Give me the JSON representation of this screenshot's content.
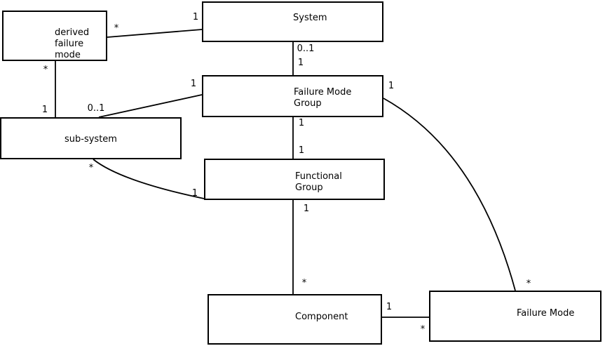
{
  "colors": {
    "background": "#ffffff",
    "stroke": "#000000",
    "text": "#000000"
  },
  "diagram": {
    "entities": {
      "derived_failure_mode": {
        "lines": [
          "derived",
          "failure",
          "mode"
        ]
      },
      "system": {
        "label": "System"
      },
      "failure_mode_group": {
        "lines": [
          "Failure Mode",
          "Group"
        ]
      },
      "sub_system": {
        "label": "sub-system"
      },
      "functional_group": {
        "lines": [
          "Functional",
          "Group"
        ]
      },
      "component": {
        "label": "Component"
      },
      "failure_mode": {
        "label": "Failure Mode"
      }
    },
    "relationships": [
      {
        "from": "derived failure mode",
        "to": "System",
        "from_label": "*",
        "to_label": "1"
      },
      {
        "from": "derived failure mode",
        "to": "sub-system",
        "from_label": "*",
        "to_label": "1"
      },
      {
        "from": "System",
        "to": "Failure Mode Group",
        "from_label": "0..1",
        "to_label": "1"
      },
      {
        "from": "sub-system",
        "to": "Failure Mode Group",
        "from_label": "0..1",
        "to_label": "1"
      },
      {
        "from": "Failure Mode Group",
        "to": "Functional Group",
        "from_label": "1",
        "to_label": "1"
      },
      {
        "from": "sub-system",
        "to": "Functional Group",
        "from_label": "*",
        "to_label": "1"
      },
      {
        "from": "Functional Group",
        "to": "Component",
        "from_label": "1",
        "to_label": "*"
      },
      {
        "from": "Component",
        "to": "Failure Mode",
        "from_label": "1",
        "to_label": "*"
      },
      {
        "from": "Failure Mode Group",
        "to": "Failure Mode",
        "from_label": "1",
        "to_label": "*"
      }
    ]
  }
}
